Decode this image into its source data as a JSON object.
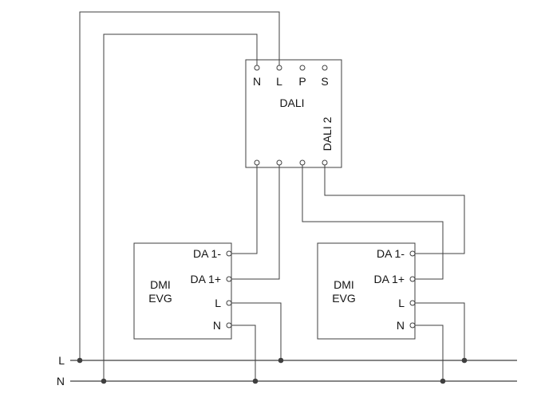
{
  "colors": {
    "line": "#3f3f3f",
    "text": "#141414",
    "background": "#ffffff"
  },
  "dali_unit": {
    "name": "DALI",
    "channel_label": "DALI 2",
    "top_terminals": [
      "N",
      "L",
      "P",
      "S"
    ]
  },
  "ballast_left": {
    "name_line1": "DMI",
    "name_line2": "EVG",
    "terminals": [
      "DA 1-",
      "DA 1+",
      "L",
      "N"
    ]
  },
  "ballast_right": {
    "name_line1": "DMI",
    "name_line2": "EVG",
    "terminals": [
      "DA 1-",
      "DA 1+",
      "L",
      "N"
    ]
  },
  "mains": {
    "line_label": "L",
    "neutral_label": "N"
  }
}
